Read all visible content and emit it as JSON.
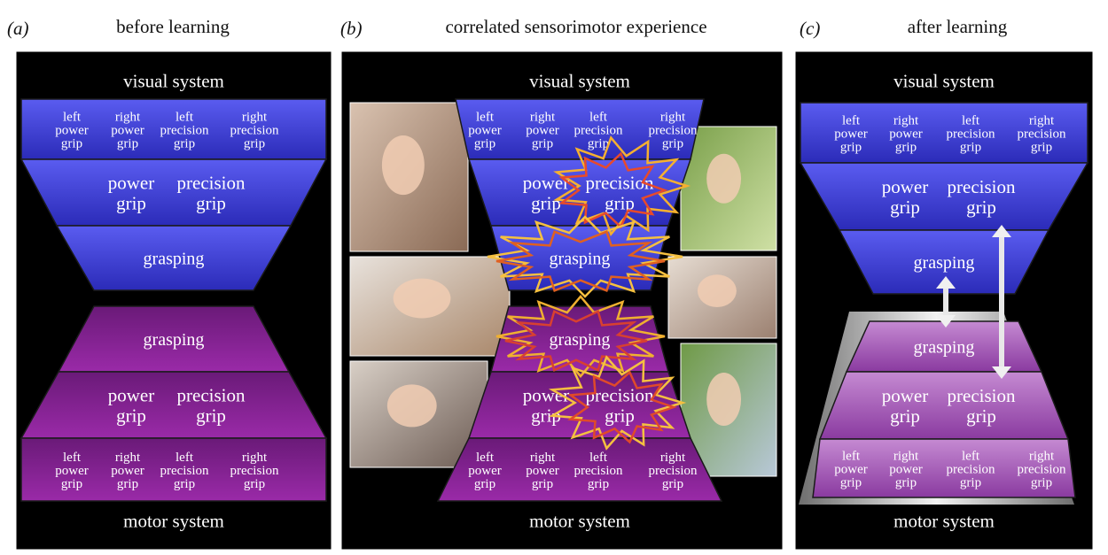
{
  "panels": [
    {
      "label": "(a)",
      "title": "before learning",
      "top_label": "visual system",
      "bottom_label": "motor system"
    },
    {
      "label": "(b)",
      "title": "correlated sensorimotor experience",
      "top_label": "visual system",
      "bottom_label": "motor system"
    },
    {
      "label": "(c)",
      "title": "after learning",
      "top_label": "visual system",
      "bottom_label": "motor system"
    }
  ],
  "levels": {
    "fine": [
      "left\npower\ngrip",
      "right\npower\ngrip",
      "left\nprecision\ngrip",
      "right\nprecision\ngrip"
    ],
    "mid": [
      "power\ngrip",
      "precision\ngrip"
    ],
    "top": "grasping"
  },
  "colors": {
    "visual_top": "#5a5cf0",
    "visual_bottom": "#2b2bb8",
    "motor_top": "#6a1a78",
    "motor_bottom": "#9a2aa8",
    "motor_after": "#b06ac0",
    "frame": "#ffffff",
    "bg": "#000000"
  },
  "photos": [
    "toddler-icon",
    "infant-mother-icon",
    "ballet-class-icon",
    "child-tree-icon",
    "crawling-baby-icon",
    "family-soccer-icon"
  ]
}
